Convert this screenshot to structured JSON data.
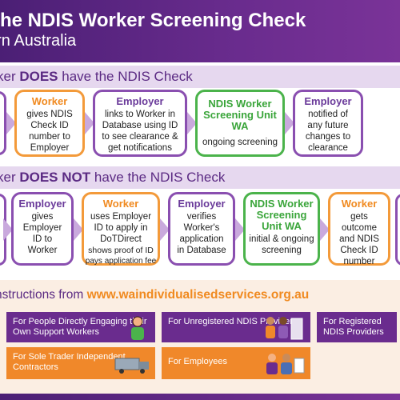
{
  "header": {
    "title": "the NDIS Worker Screening Check",
    "subtitle": "ern Australia"
  },
  "row1": {
    "banner_prefix": "ker ",
    "banner_bold": "DOES",
    "banner_suffix": " have the NDIS Check",
    "boxes": [
      {
        "title": "Worker",
        "lines": [
          "gives NDIS",
          "Check ID",
          "number to",
          "Employer"
        ]
      },
      {
        "title": "Employer",
        "lines": [
          "links to Worker in",
          "Database using ID",
          "to see clearance &",
          "get notifications"
        ]
      },
      {
        "title": "NDIS Worker Screening Unit WA",
        "lines": [
          "ongoing screening"
        ]
      },
      {
        "title": "Employer",
        "lines": [
          "notified of",
          "any future",
          "changes to",
          "clearance"
        ]
      }
    ]
  },
  "row2": {
    "banner_prefix": "ker ",
    "banner_bold": "DOES NOT",
    "banner_suffix": " have the NDIS Check",
    "boxes": [
      {
        "title": "Employer",
        "lines": [
          "gives",
          "Employer",
          "ID to",
          "Worker"
        ]
      },
      {
        "title": "Worker",
        "lines": [
          "uses Employer",
          "ID to apply in",
          "DoTDirect",
          "shows proof of ID",
          "pays application fee"
        ]
      },
      {
        "title": "Employer",
        "lines": [
          "verifies",
          "Worker's",
          "application",
          "in Database"
        ]
      },
      {
        "title": "NDIS Worker Screening Unit WA",
        "lines": [
          "initial & ongoing",
          "screening"
        ]
      },
      {
        "title": "Worker",
        "lines": [
          "gets",
          "outcome",
          "and NDIS",
          "Check ID",
          "number"
        ]
      }
    ]
  },
  "instructions": {
    "prefix": "nstructions from ",
    "url": "www.waindividualisedservices.org.au",
    "tiles": [
      "For People Directly Engaging their Own Support Workers",
      "For Unregistered NDIS Providers",
      "For Registered NDIS Providers",
      "For Sole Trader Independent Contractors",
      "For Employees"
    ]
  },
  "colors": {
    "purple": "#6a2c8e",
    "orange": "#f0882a",
    "green": "#4bb34b",
    "lavender": "#e6d8ef"
  }
}
